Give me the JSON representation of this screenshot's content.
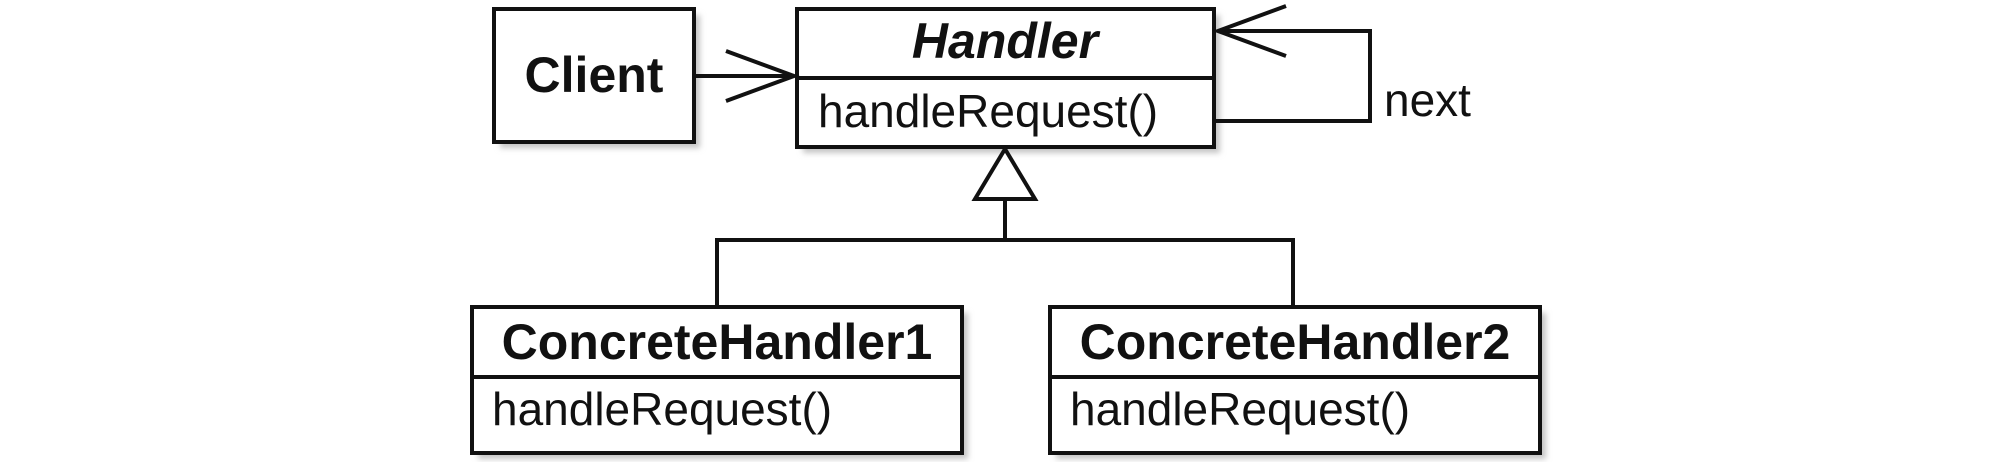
{
  "diagram": {
    "client": {
      "name": "Client"
    },
    "handler": {
      "name": "Handler",
      "method": "handleRequest()"
    },
    "self_association": {
      "label": "next"
    },
    "concrete1": {
      "name": "ConcreteHandler1",
      "method": "handleRequest()"
    },
    "concrete2": {
      "name": "ConcreteHandler2",
      "method": "handleRequest()"
    }
  }
}
